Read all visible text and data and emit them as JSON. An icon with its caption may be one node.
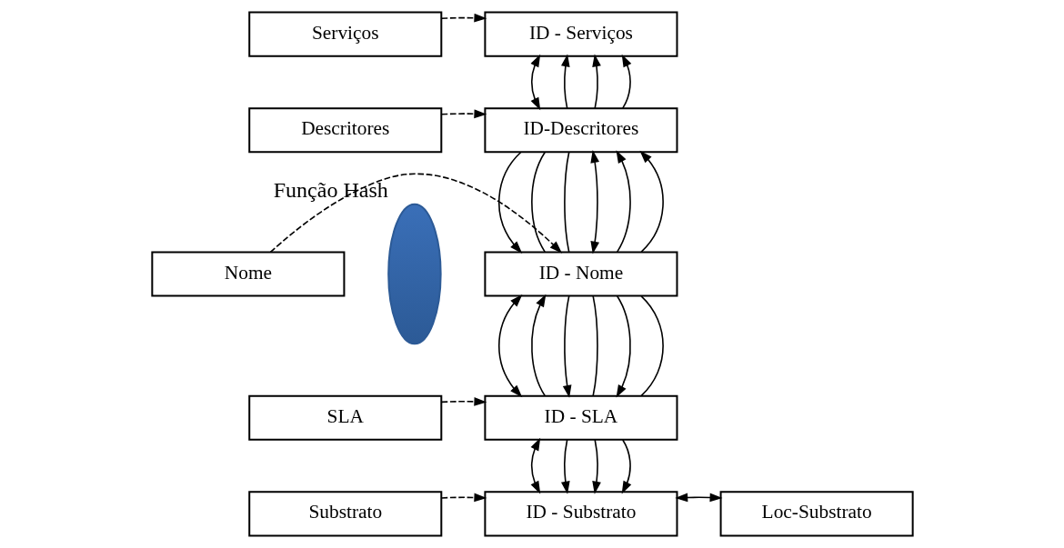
{
  "diagram": {
    "nodes": [
      {
        "text": [
          "Serviços"
        ]
      },
      {
        "text": [
          "ID - Serviços"
        ]
      },
      {
        "text": [
          "Descritores"
        ]
      },
      {
        "text": [
          "ID-Descritores"
        ]
      },
      {
        "text": [
          "Nome"
        ]
      },
      {
        "text": [
          "ID - Nome"
        ]
      },
      {
        "text": [
          "SLA"
        ]
      },
      {
        "text": [
          "ID - SLA"
        ]
      },
      {
        "text": [
          "Substrato"
        ]
      },
      {
        "text": [
          "ID - Substrato"
        ]
      },
      {
        "text": [
          "Loc-Substrato"
        ]
      },
      {
        "text": [],
        "shape": "ellipse",
        "beside": [
          "Função Hash"
        ]
      }
    ],
    "edges": [
      {
        "from": 0,
        "to": 1,
        "arrow": "to",
        "style": "dashed"
      },
      {
        "from": 2,
        "to": 3,
        "arrow": "to",
        "style": "dashed"
      },
      {
        "from": 4,
        "to": 5,
        "arrow": "to",
        "style": "dashed"
      },
      {
        "from": 6,
        "to": 7,
        "arrow": "to",
        "style": "dashed"
      },
      {
        "from": 8,
        "to": 9,
        "arrow": "to",
        "style": "dashed"
      },
      {
        "from": 1,
        "to": 3,
        "arrow": "both"
      },
      {
        "from": 3,
        "to": 1,
        "arrow": "to"
      },
      {
        "from": 3,
        "to": 1,
        "arrow": "to"
      },
      {
        "from": 3,
        "to": 1,
        "arrow": "to"
      },
      {
        "from": 3,
        "to": 5,
        "arrow": "to"
      },
      {
        "from": 3,
        "to": 5,
        "arrow": "none"
      },
      {
        "from": 3,
        "to": 5,
        "arrow": "none"
      },
      {
        "from": 3,
        "to": 5,
        "arrow": "both"
      },
      {
        "from": 5,
        "to": 3,
        "arrow": "to"
      },
      {
        "from": 5,
        "to": 3,
        "arrow": "to"
      },
      {
        "from": 5,
        "to": 7,
        "arrow": "both"
      },
      {
        "from": 7,
        "to": 5,
        "arrow": "to"
      },
      {
        "from": 5,
        "to": 7,
        "arrow": "to"
      },
      {
        "from": 5,
        "to": 7,
        "arrow": "none"
      },
      {
        "from": 5,
        "to": 7,
        "arrow": "to"
      },
      {
        "from": 5,
        "to": 7,
        "arrow": "none"
      },
      {
        "from": 7,
        "to": 9,
        "arrow": "both"
      },
      {
        "from": 7,
        "to": 9,
        "arrow": "to"
      },
      {
        "from": 7,
        "to": 9,
        "arrow": "to"
      },
      {
        "from": 7,
        "to": 9,
        "arrow": "to"
      },
      {
        "from": 9,
        "to": 10,
        "arrow": "both"
      }
    ]
  }
}
